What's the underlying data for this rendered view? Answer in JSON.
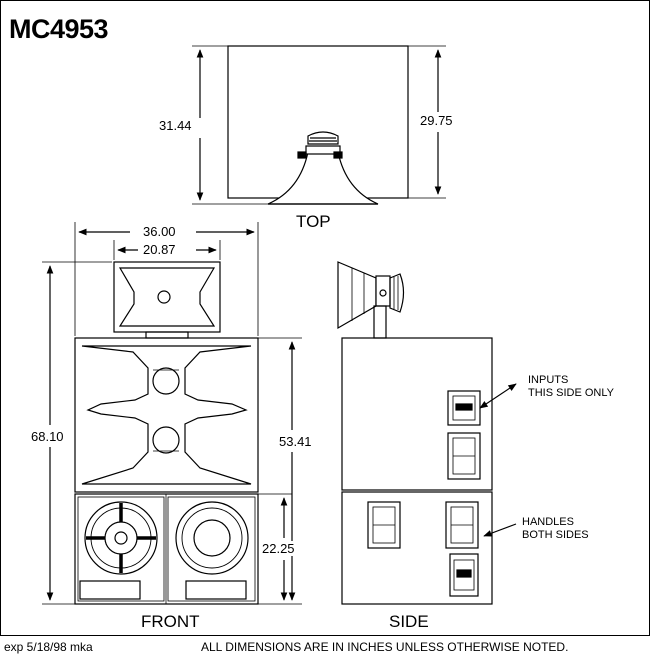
{
  "title": "MC4953",
  "views": {
    "top": "TOP",
    "front": "FRONT",
    "side": "SIDE"
  },
  "dimensions": {
    "top_depth_outer": "31.44",
    "top_depth_cabinet": "29.75",
    "front_width_overall": "36.00",
    "front_width_horn": "20.87",
    "front_height_overall": "68.10",
    "front_height_mid_section": "53.41",
    "front_height_bass_section": "22.25"
  },
  "callouts": {
    "inputs_line1": "INPUTS",
    "inputs_line2": "THIS SIDE ONLY",
    "handles_line1": "HANDLES",
    "handles_line2": "BOTH SIDES"
  },
  "footer": {
    "credit": "exp 5/18/98 mka",
    "note": "ALL DIMENSIONS ARE IN INCHES UNLESS OTHERWISE NOTED."
  }
}
